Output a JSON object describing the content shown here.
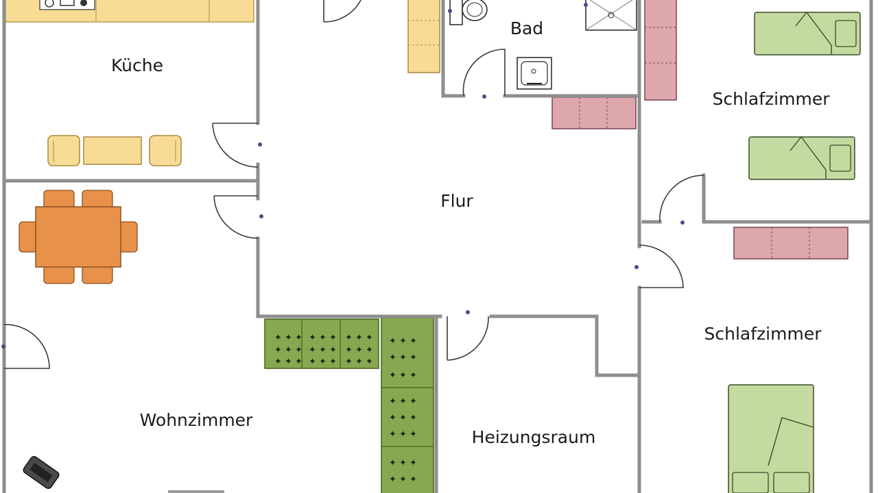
{
  "rooms": {
    "kueche": "Küche",
    "bad": "Bad",
    "flur": "Flur",
    "schlafzimmer_1": "Schlafzimmer",
    "schlafzimmer_2": "Schlafzimmer",
    "wohnzimmer": "Wohnzimmer",
    "heizungsraum": "Heizungsraum"
  },
  "colors": {
    "kitchen_furniture": "#f8dc96",
    "dining_table": "#e8914a",
    "sofa_green": "#86a850",
    "bed_green": "#c3dba0",
    "wardrobe_pink": "#dea7ae",
    "wall": "#8e8e8e"
  },
  "furniture": [
    "kitchen-counter",
    "kitchen-sofa",
    "dining-table",
    "corner-sofa",
    "toilet",
    "shower",
    "washbasin",
    "bed",
    "wardrobe",
    "tv"
  ]
}
